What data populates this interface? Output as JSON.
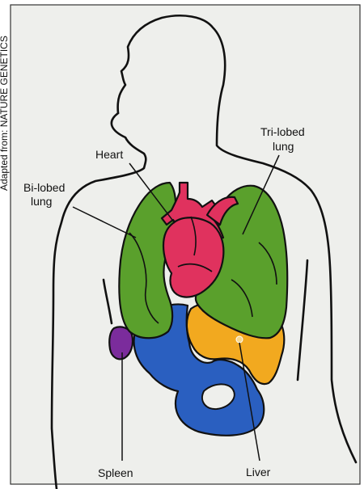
{
  "credit": "Adapted from: NATURE GENETICS",
  "labels": {
    "heart": "Heart",
    "tri_lobed_1": "Tri-lobed",
    "tri_lobed_2": "lung",
    "bi_lobed_1": "Bi-lobed",
    "bi_lobed_2": "lung",
    "spleen": "Spleen",
    "liver": "Liver"
  },
  "colors": {
    "lung": "#5aa02c",
    "heart": "#e0325e",
    "liver": "#f2a91f",
    "intestine": "#2a5fc0",
    "spleen": "#7b2c9c",
    "background": "#eeefec",
    "outline": "#111111"
  }
}
